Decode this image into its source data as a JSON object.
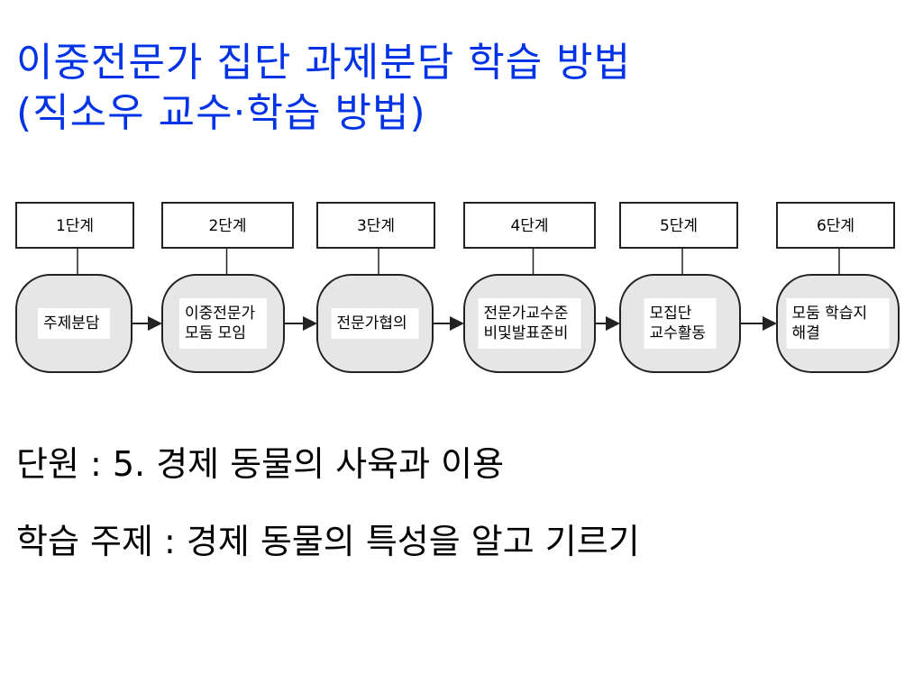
{
  "title": {
    "line1": "이중전문가 집단 과제분담 학습 방법",
    "line2": "(직소우 교수·학습 방법)"
  },
  "diagram": {
    "stages": [
      {
        "label": "1단계",
        "lines": [
          "주제분담"
        ]
      },
      {
        "label": "2단계",
        "lines": [
          "이중전문가",
          "모둠 모임"
        ]
      },
      {
        "label": "3단계",
        "lines": [
          "전문가협의"
        ]
      },
      {
        "label": "4단계",
        "lines": [
          "전문가교수준",
          "비및발표준비"
        ]
      },
      {
        "label": "5단계",
        "lines": [
          "모집단",
          "교수활동"
        ]
      },
      {
        "label": "6단계",
        "lines": [
          "모둠 학습지",
          "해결"
        ]
      }
    ]
  },
  "unit": {
    "text": "단원 : 5. 경제 동물의 사육과 이용"
  },
  "topic": {
    "text": "학습 주제 : 경제 동물의 특성을 알고 기르기"
  },
  "colors": {
    "title": "#0033e6",
    "box_fill": "#e6e6e6",
    "inner_fill": "#ffffff",
    "stroke": "#222222"
  }
}
